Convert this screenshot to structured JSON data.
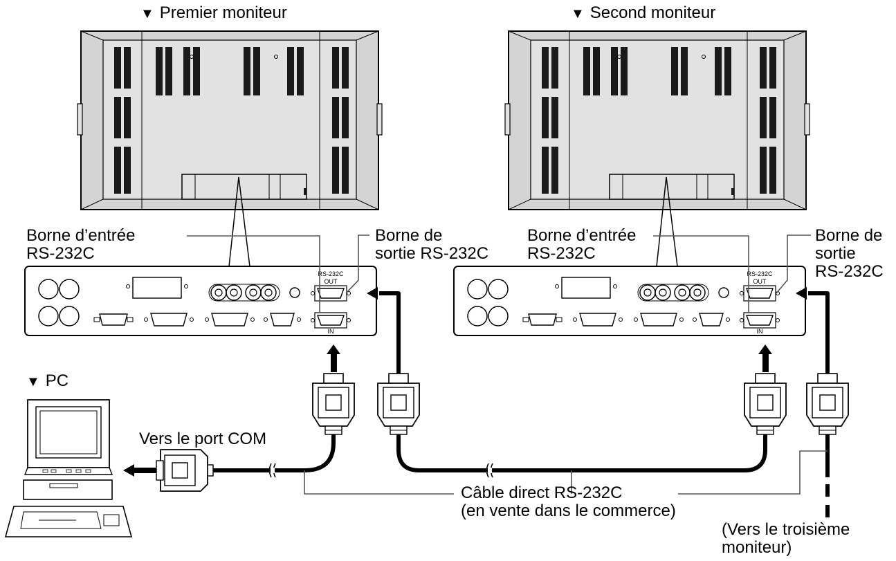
{
  "headers": {
    "monitor1": "Premier moniteur",
    "monitor2": "Second moniteur",
    "pc": "PC",
    "marker": "▼"
  },
  "labels": {
    "m1_input_line1": "Borne d’entrée",
    "m1_input_line2": "RS-232C",
    "m1_output_line1": "Borne de",
    "m1_output_line2": "sortie RS-232C",
    "m2_input_line1": "Borne d’entrée",
    "m2_input_line2": "RS-232C",
    "m2_output_line1": "Borne de",
    "m2_output_line2": "sortie",
    "m2_output_line3": "RS-232C",
    "com_port": "Vers le port COM",
    "cable_line1": "Câble direct RS-232C",
    "cable_line2": "(en vente dans le commerce)",
    "third_line1": "(Vers le troisième",
    "third_line2": "moniteur)"
  },
  "panel_text": {
    "rs232c": "RS-232C",
    "out": "OUT",
    "in": "IN"
  },
  "colors": {
    "monitor_fill": "#d4d4d4",
    "monitor_inner": "#e2e2e2",
    "vent": "#1a1a1a",
    "line": "#000000",
    "leader": "#555555"
  }
}
